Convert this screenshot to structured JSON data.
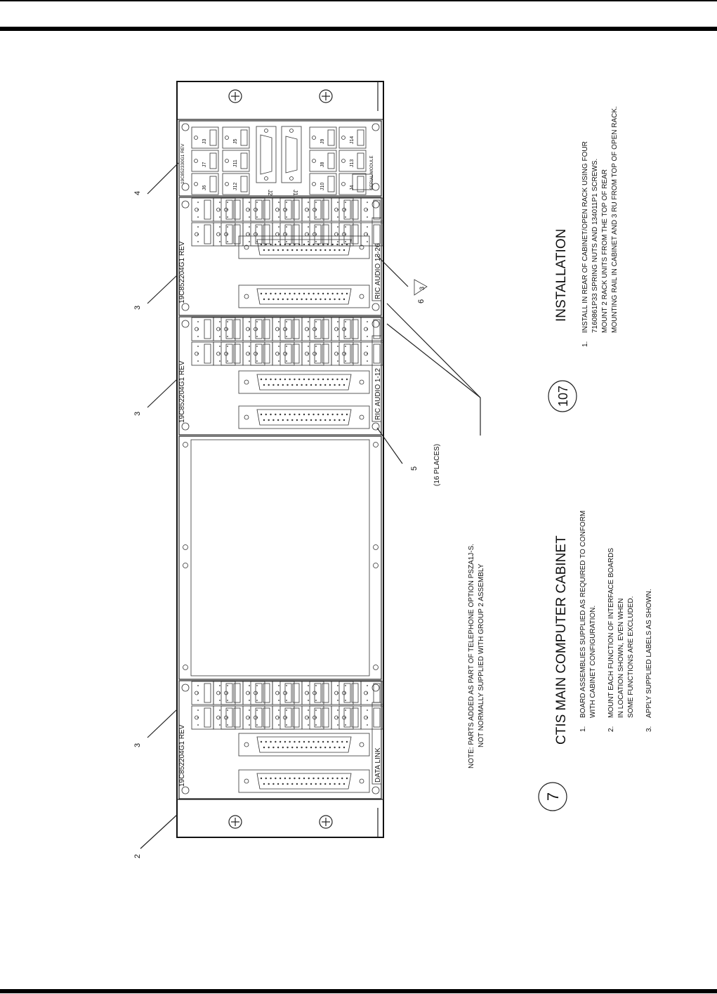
{
  "panel_labels": {
    "serial_module": "SERIAL MODULE",
    "serial_part": "19C852330G1 REV",
    "ric_13_26": "RIC AUDIO 13-26",
    "ric_1_12": "RIC AUDIO 1-12",
    "data_link": "DATA LINK",
    "board_part": "19C852204G1 REV",
    "j1": "J1",
    "j2": "J2"
  },
  "jacks_serial": [
    "J9",
    "J8",
    "J10",
    "J14",
    "J13",
    "J12",
    "J11",
    "J5",
    "J6",
    "J7",
    "J3",
    "J4"
  ],
  "callouts": {
    "c2": "2",
    "c3": "3",
    "c4": "4",
    "c5": "5",
    "c5_note": "(16 PLACES)",
    "c6": "6",
    "c6_flag": "3"
  },
  "note": {
    "line1": "NOTE: PARTS ADDED AS PART OF TELEPHONE OPTION PSZA1J-S.",
    "line2": "NOT NORMALLY SUPPLIED WITH GROUP 2 ASSEMBLY"
  },
  "cabinet": {
    "number": "7",
    "title": "CTIS MAIN COMPUTER CABINET",
    "items": [
      {
        "num": "1.",
        "lines": [
          "BOARD ASSEMBLIES SUPPLIED AS REQUIRED TO CONFORM",
          "WITH CABINET CONFIGURATION."
        ]
      },
      {
        "num": "2.",
        "lines": [
          "MOUNT EACH FUNCTION OF INTERFACE BOARDS",
          "IN LOCATION SHOWN, EVEN WHEN",
          "SOME FUNCTIONS ARE EXCLUDED."
        ]
      },
      {
        "num": "3.",
        "lines": [
          "APPLY SUPPLIED LABELS AS SHOWN."
        ]
      }
    ]
  },
  "installation": {
    "number": "107",
    "title": "INSTALLATION",
    "items": [
      {
        "num": "1.",
        "lines": [
          "INSTALL IN REAR OF CABINET/OPEN RACK USING FOUR",
          "7160861P33 SPRING NUTS AND 134011P1 SCREWS.",
          "MOUNT 2 RACK UNITS FROM THE TOP OF REAR",
          "MOUNTING RAIL IN CABINET AND 3 RU FROM TOP OF OPEN RACK."
        ]
      }
    ]
  }
}
